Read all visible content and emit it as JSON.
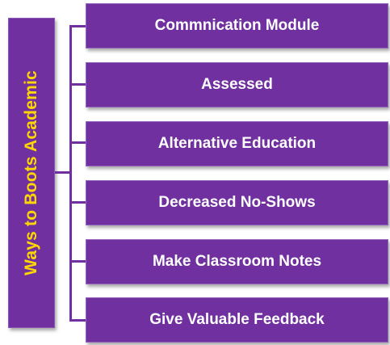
{
  "root": {
    "label": "Ways to Boots Academic"
  },
  "items": [
    {
      "label": "Commnication Module"
    },
    {
      "label": "Assessed"
    },
    {
      "label": "Alternative Education"
    },
    {
      "label": "Decreased No-Shows"
    },
    {
      "label": "Make Classroom Notes"
    },
    {
      "label": "Give Valuable Feedback"
    }
  ],
  "colors": {
    "box_fill": "#7030a0",
    "root_text": "#ffd700",
    "item_text": "#ffffff"
  }
}
